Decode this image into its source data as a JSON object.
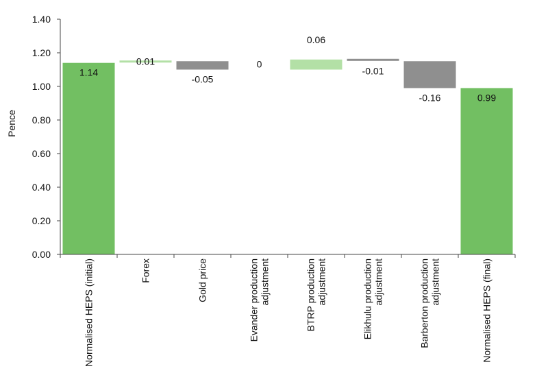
{
  "chart_data": {
    "type": "bar",
    "subtype": "waterfall",
    "title": "",
    "xlabel": "",
    "ylabel": "Pence",
    "ylim": [
      0,
      1.4
    ],
    "y_ticks": [
      "0.00",
      "0.20",
      "0.40",
      "0.60",
      "0.80",
      "1.00",
      "1.20",
      "1.40"
    ],
    "grid": false,
    "legend": "none",
    "categories": [
      [
        "Normalised HEPS (initial)"
      ],
      [
        "Forex"
      ],
      [
        "Gold price"
      ],
      [
        "Evander production",
        "adjustment"
      ],
      [
        "BTRP production",
        "adjustment"
      ],
      [
        "Elikhulu production",
        "adjustment"
      ],
      [
        "Barberton production",
        "adjustment"
      ],
      [
        "Normalised HEPS (final)"
      ]
    ],
    "bars": [
      {
        "kind": "total",
        "base": 0,
        "top": 1.14,
        "value": 1.14,
        "label": "1.14"
      },
      {
        "kind": "increase",
        "base": 1.14,
        "top": 1.15,
        "value": 0.01,
        "label": "0.01"
      },
      {
        "kind": "decrease",
        "base": 1.1,
        "top": 1.15,
        "value": -0.05,
        "label": "-0.05"
      },
      {
        "kind": "none",
        "base": 1.1,
        "top": 1.1,
        "value": 0,
        "label": "0"
      },
      {
        "kind": "increase",
        "base": 1.1,
        "top": 1.16,
        "value": 0.06,
        "label": "0.06"
      },
      {
        "kind": "decrease",
        "base": 1.15,
        "top": 1.16,
        "value": -0.01,
        "label": "-0.01"
      },
      {
        "kind": "decrease",
        "base": 0.99,
        "top": 1.15,
        "value": -0.16,
        "label": "-0.16"
      },
      {
        "kind": "total",
        "base": 0,
        "top": 0.99,
        "value": 0.99,
        "label": "0.99"
      }
    ],
    "colors": {
      "total": "#72bf62",
      "increase": "#b3e0a6",
      "decrease": "#8f8f8f",
      "axis": "#444444"
    }
  }
}
